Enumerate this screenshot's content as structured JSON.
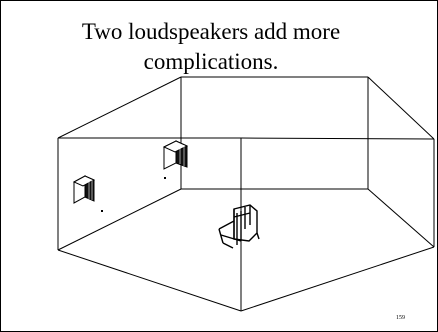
{
  "slide": {
    "title_line1": "Two loudspeakers add more",
    "title_line2": "complications.",
    "page_number": "159"
  },
  "colors": {
    "line": "#000000",
    "background": "#ffffff",
    "speaker_grille": "#111111"
  }
}
